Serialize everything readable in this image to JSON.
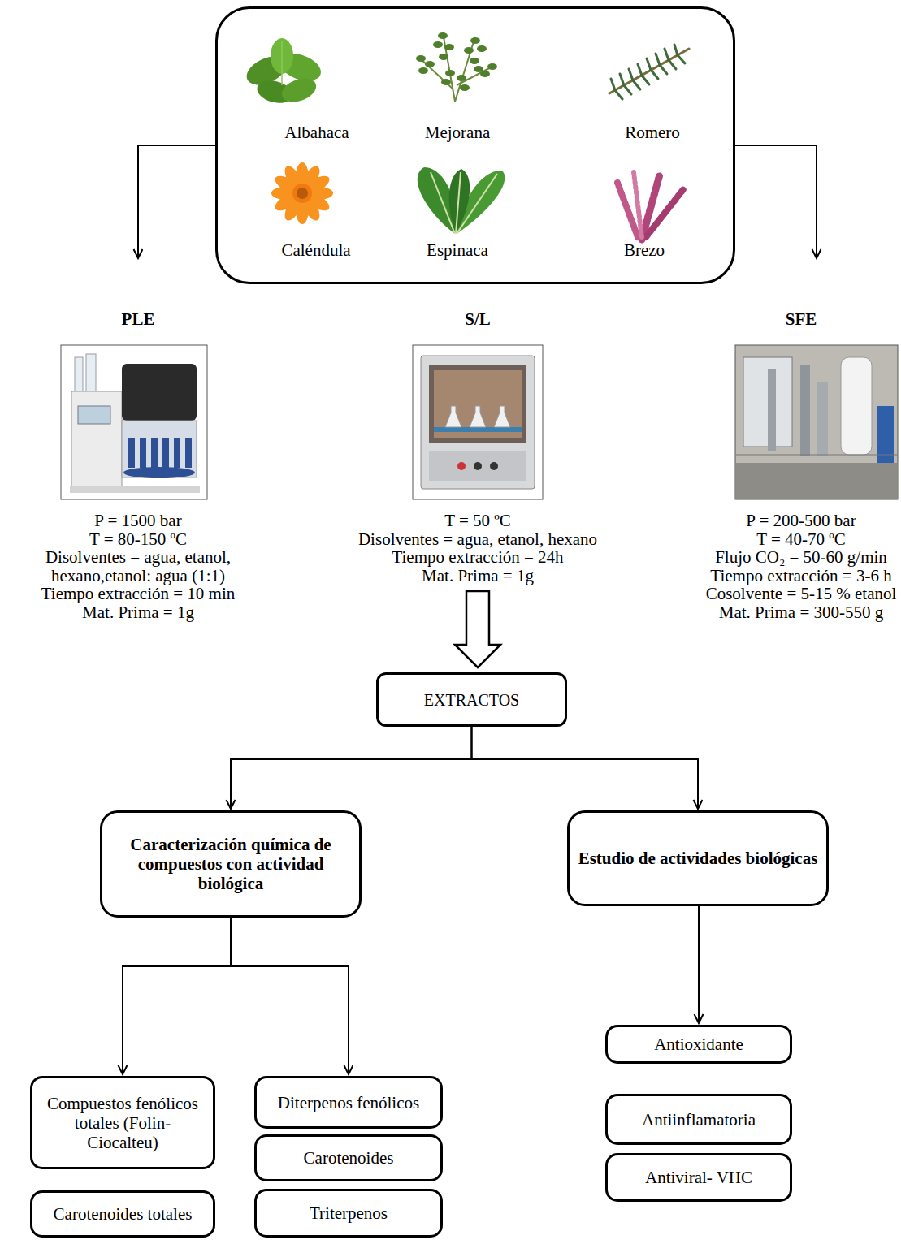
{
  "diagram": {
    "nodes": [
      {
        "text": [
          "Albahaca",
          "Mejorana",
          "Romero",
          "Caléndula",
          "Espinaca",
          "Brezo"
        ]
      },
      {
        "text": [
          "PLE",
          "P = 1500 bar",
          "T = 80-150 ºC",
          "Disolventes = agua, etanol, hexano,etanol: agua (1:1)",
          "Tiempo extracción = 10 min",
          "Mat. Prima = 1g"
        ]
      },
      {
        "text": [
          "S/L",
          "T = 50 ºC",
          "Disolventes = agua, etanol, hexano",
          "Tiempo extracción = 24h",
          "Mat. Prima = 1g"
        ]
      },
      {
        "text": [
          "SFE",
          "P = 200-500 bar",
          "T = 40-70 ºC",
          "Flujo CO₂ = 50-60 g/min",
          "Tiempo extracción = 3-6 h",
          "Cosolvente = 5-15 % etanol",
          "Mat. Prima = 300-550 g"
        ]
      },
      {
        "text": [
          "EXTRACTOS"
        ]
      },
      {
        "text": [
          "Caracterización química de compuestos con actividad biológica"
        ]
      },
      {
        "text": [
          "Estudio de actividades biológicas"
        ]
      },
      {
        "text": [
          "Compuestos fenólicos totales (Folin-Ciocalteu)"
        ]
      },
      {
        "text": [
          "Carotenoides totales"
        ]
      },
      {
        "text": [
          "Diterpenos fenólicos"
        ]
      },
      {
        "text": [
          "Carotenoides"
        ]
      },
      {
        "text": [
          "Triterpenos"
        ]
      },
      {
        "text": [
          "Antioxidante"
        ]
      },
      {
        "text": [
          "Antiinflamatoria"
        ]
      },
      {
        "text": [
          "Antiviral- VHC"
        ]
      }
    ],
    "edges": [
      {
        "from": 0,
        "to": 1,
        "arrow": "to"
      },
      {
        "from": 0,
        "to": 3,
        "arrow": "to"
      },
      {
        "from": 2,
        "to": 4,
        "arrow": "to"
      },
      {
        "from": 4,
        "to": 5,
        "arrow": "to"
      },
      {
        "from": 4,
        "to": 6,
        "arrow": "to"
      },
      {
        "from": 5,
        "to": 7,
        "arrow": "to"
      },
      {
        "from": 5,
        "to": 9,
        "arrow": "to"
      },
      {
        "from": 6,
        "to": 12,
        "arrow": "to"
      }
    ]
  }
}
